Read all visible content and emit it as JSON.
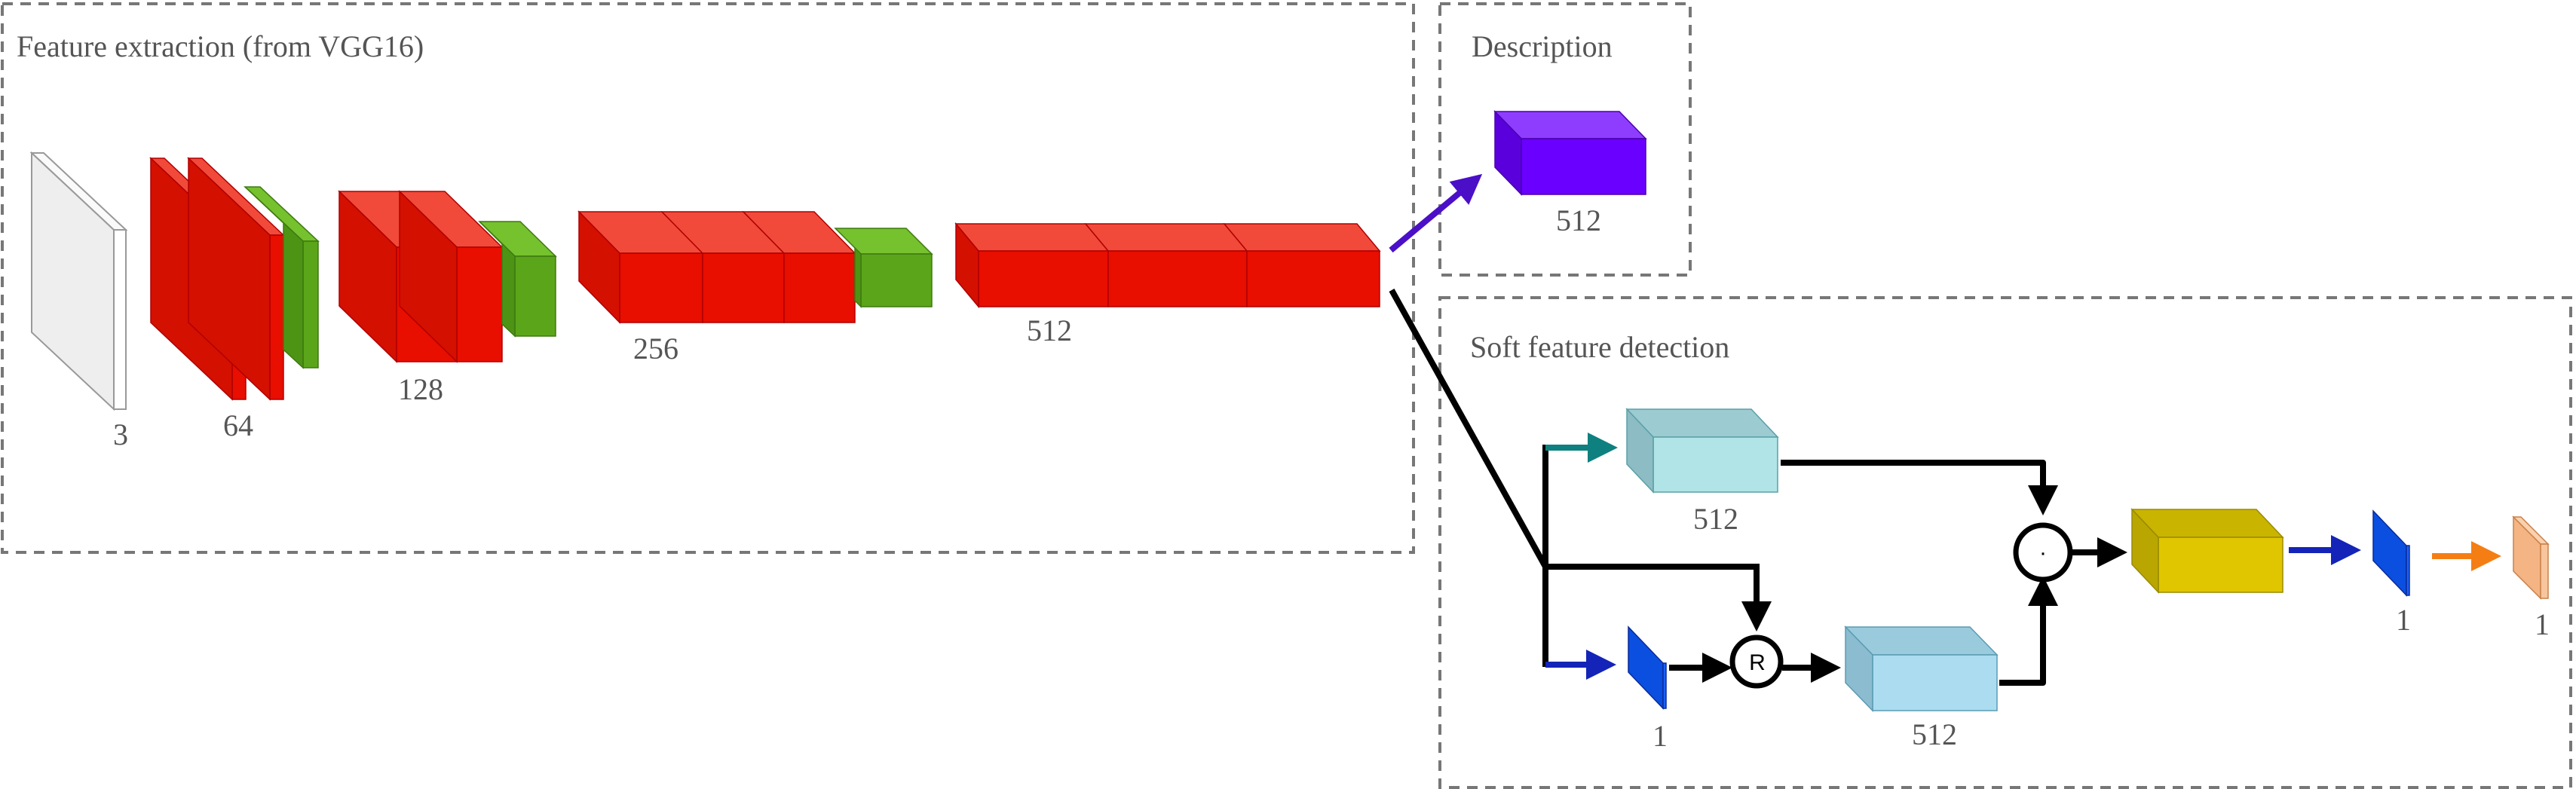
{
  "panels": {
    "feature_extraction": "Feature extraction (from VGG16)",
    "description": "Description",
    "soft_detection": "Soft feature detection"
  },
  "labels": {
    "input_channels": "3",
    "block1": "64",
    "block2": "128",
    "block3": "256",
    "block4": "512",
    "descriptor": "512",
    "branch_top": "512",
    "branch_bottom_map": "1",
    "branch_bottom_block": "512",
    "score_map": "1",
    "final_map": "1"
  },
  "operators": {
    "relu_or_ratio": "R",
    "elementwise_product": "·"
  },
  "colors": {
    "conv": "#e01000",
    "pool": "#5ba51a",
    "input": "#f2f2f2",
    "descriptor": "#6a00ff",
    "teal_block": "#a6dfe3",
    "light_blue_block": "#a9dbef",
    "blue_map": "#0a4fe0",
    "yellow_block": "#e0c600",
    "peach_map": "#f4b483",
    "arrow_purple": "#4b0fc8",
    "arrow_teal": "#0f8080",
    "arrow_blue": "#1424b8",
    "arrow_orange": "#f57e14",
    "border": "#777777"
  }
}
